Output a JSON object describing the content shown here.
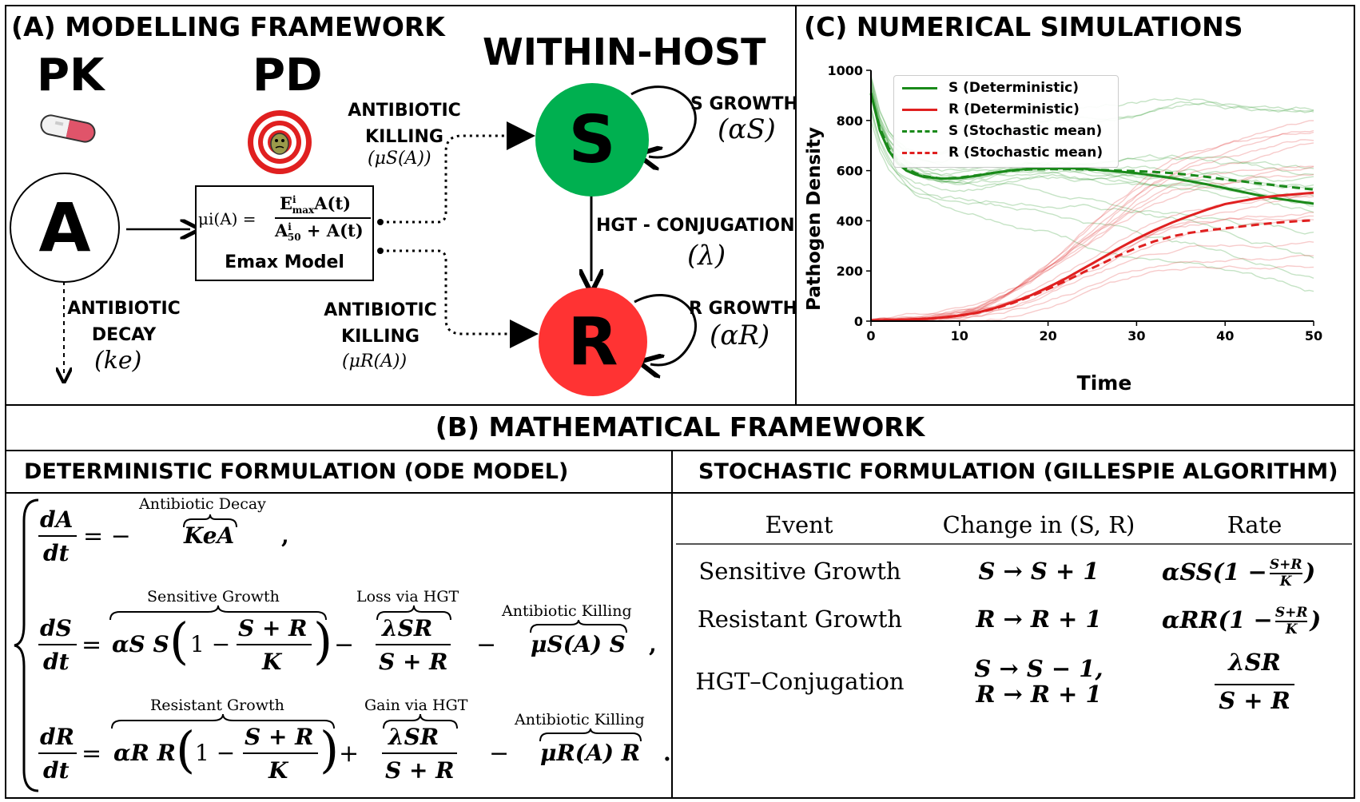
{
  "panel_a": {
    "title": "(A) MODELLING FRAMEWORK",
    "pk_label": "PK",
    "pd_label": "PD",
    "within_host": "WITHIN-HOST",
    "node_a": "A",
    "node_s": "S",
    "node_r": "R",
    "emax_formula_lhs": "μi(A) =",
    "emax_num": "E",
    "emax_num_sup": "i",
    "emax_num_sub": "max",
    "emax_num_tail": "A(t)",
    "emax_den": "A",
    "emax_den_sup": "i",
    "emax_den_sub": "50",
    "emax_den_tail": " + A(t)",
    "emax_label": "Emax Model",
    "killing_s_1": "ANTIBIOTIC",
    "killing_s_2": "KILLING",
    "killing_s_math": "(μS(A))",
    "killing_r_1": "ANTIBIOTIC",
    "killing_r_2": "KILLING",
    "killing_r_math": "(μR(A))",
    "decay_1": "ANTIBIOTIC",
    "decay_2": "DECAY",
    "decay_math": "(ke)",
    "s_growth": "S GROWTH",
    "s_growth_math": "(αS)",
    "r_growth": "R GROWTH",
    "r_growth_math": "(αR)",
    "hgt": "HGT - CONJUGATION",
    "hgt_math": "(λ)",
    "colors": {
      "s_node": "#00b050",
      "r_node": "#ff3333"
    },
    "icons": [
      "pill-icon",
      "target-bacterium-icon"
    ]
  },
  "panel_b": {
    "title": "(B) MATHEMATICAL FRAMEWORK",
    "det_title": "DETERMINISTIC FORMULATION (ODE MODEL)",
    "stoch_title": "STOCHASTIC FORMULATION (GILLESPIE ALGORITHM)",
    "ode": {
      "lbl_decay": "Antibiotic Decay",
      "lbl_sgrowth": "Sensitive Growth",
      "lbl_loss": "Loss via HGT",
      "lbl_kill1": "Antibiotic Killing",
      "lbl_rgrowth": "Resistant Growth",
      "lbl_gain": "Gain via HGT",
      "lbl_kill2": "Antibiotic Killing",
      "dA": "dA",
      "dS": "dS",
      "dR": "dR",
      "dt": "dt",
      "eq1_rhs": "= −",
      "eq1_term": "KeA",
      "eq1_end": ",",
      "eq2_eq": "=",
      "eq2_growth": "αS S",
      "eq2_paren": "1 −",
      "frac_num": "S + R",
      "frac_K": "K",
      "hgt_num": "λSR",
      "hgt_den": "S + R",
      "minus": "−",
      "plus": "+",
      "eq2_kill": "μS(A) S",
      "eq2_end": ",",
      "eq3_growth": "αR R",
      "eq3_kill": "μR(A) R",
      "eq3_end": "."
    },
    "table": {
      "headers": [
        "Event",
        "Change in (S, R)",
        "Rate"
      ],
      "rows": [
        {
          "event": "Sensitive Growth",
          "change": "S → S + 1",
          "rate_pre": "αSS(1 −",
          "rate_num": "S+R",
          "rate_den": "K",
          "rate_post": ")"
        },
        {
          "event": "Resistant Growth",
          "change": "R → R + 1",
          "rate_pre": "αRR(1 −",
          "rate_num": "S+R",
          "rate_den": "K",
          "rate_post": ")"
        },
        {
          "event": "HGT–Conjugation",
          "change_1": "S → S − 1,",
          "change_2": "R → R + 1",
          "rate_num": "λSR",
          "rate_den": "S + R"
        }
      ]
    }
  },
  "panel_c": {
    "title": "(C) NUMERICAL SIMULATIONS",
    "chart_data": {
      "type": "line",
      "xlabel": "Time",
      "ylabel": "Pathogen Density",
      "xlim": [
        0,
        50
      ],
      "ylim": [
        0,
        1000
      ],
      "xticks": [
        "0",
        "10",
        "20",
        "30",
        "40",
        "50"
      ],
      "yticks": [
        "0",
        "200",
        "400",
        "600",
        "800",
        "1000"
      ],
      "legend_position": "top-left",
      "legend": [
        "S (Deterministic)",
        "R (Deterministic)",
        "S (Stochastic mean)",
        "R (Stochastic mean)"
      ],
      "series": [
        {
          "name": "S (Deterministic)",
          "style": "solid",
          "color": "#1a8a1a",
          "x": [
            0,
            1,
            2,
            3,
            4,
            5,
            6,
            8,
            10,
            12,
            14,
            16,
            18,
            20,
            22,
            24,
            26,
            28,
            30,
            32,
            34,
            36,
            38,
            40,
            42,
            44,
            46,
            48,
            50
          ],
          "values": [
            910,
            760,
            680,
            630,
            600,
            585,
            575,
            568,
            570,
            580,
            592,
            602,
            608,
            610,
            610,
            608,
            602,
            596,
            590,
            580,
            570,
            558,
            545,
            530,
            515,
            500,
            488,
            478,
            468
          ]
        },
        {
          "name": "R (Deterministic)",
          "style": "solid",
          "color": "#e02020",
          "x": [
            0,
            2,
            4,
            6,
            8,
            10,
            12,
            14,
            16,
            18,
            20,
            22,
            24,
            26,
            28,
            30,
            32,
            34,
            36,
            38,
            40,
            42,
            44,
            46,
            48,
            50
          ],
          "values": [
            3,
            4,
            6,
            9,
            14,
            22,
            34,
            52,
            75,
            102,
            135,
            170,
            210,
            250,
            290,
            328,
            362,
            393,
            420,
            445,
            467,
            480,
            492,
            500,
            506,
            512
          ]
        },
        {
          "name": "S (Stochastic mean)",
          "style": "dashed",
          "color": "#1a8a1a",
          "x": [
            0,
            1,
            2,
            3,
            4,
            5,
            6,
            8,
            10,
            12,
            14,
            16,
            18,
            20,
            22,
            24,
            26,
            28,
            30,
            32,
            34,
            36,
            38,
            40,
            42,
            44,
            46,
            48,
            50
          ],
          "values": [
            905,
            770,
            690,
            640,
            610,
            590,
            578,
            568,
            572,
            582,
            592,
            600,
            605,
            606,
            606,
            605,
            603,
            600,
            598,
            595,
            590,
            583,
            575,
            565,
            557,
            548,
            540,
            532,
            525
          ]
        },
        {
          "name": "R (Stochastic mean)",
          "style": "dashed",
          "color": "#e02020",
          "x": [
            0,
            2,
            4,
            6,
            8,
            10,
            12,
            14,
            16,
            18,
            20,
            22,
            24,
            26,
            28,
            30,
            32,
            34,
            36,
            38,
            40,
            42,
            44,
            46,
            48,
            50
          ],
          "values": [
            3,
            4,
            6,
            9,
            14,
            22,
            33,
            50,
            72,
            98,
            128,
            160,
            195,
            228,
            262,
            292,
            318,
            338,
            352,
            362,
            370,
            378,
            386,
            393,
            398,
            402
          ]
        }
      ]
    }
  }
}
